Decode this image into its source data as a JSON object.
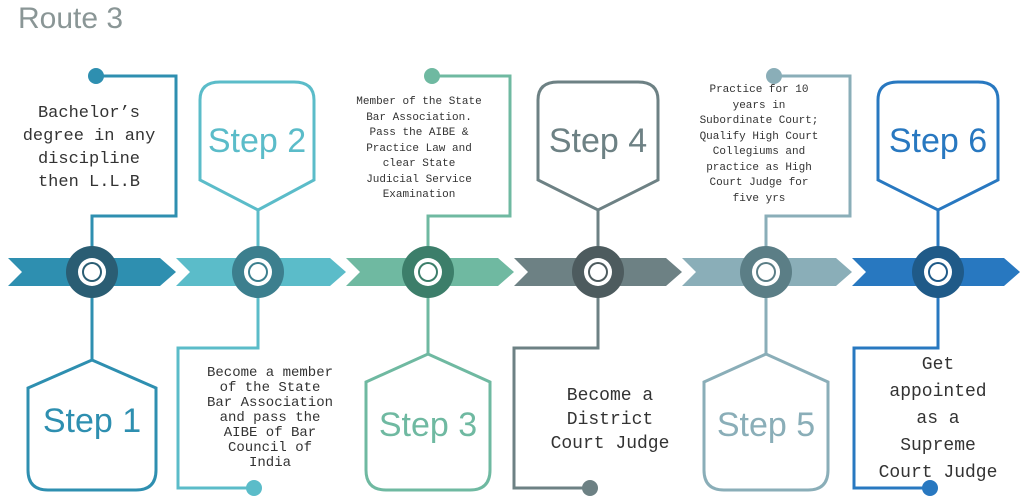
{
  "title": "Route 3",
  "colors": {
    "s1": "#2e8fb0",
    "s2": "#5bbcc9",
    "s3": "#6fb9a1",
    "s4": "#6d8184",
    "s5": "#8aaeb8",
    "s6": "#2878c0",
    "ring_dark1": "#2a5d73",
    "ring_dark2": "#3c7f8e",
    "ring_dark3": "#3c7e6a",
    "ring_dark4": "#4d5b5e",
    "ring_dark5": "#5b7e86",
    "ring_dark6": "#1f5a88",
    "text": "#333333"
  },
  "steps": [
    {
      "label": "Step 1",
      "text": "Bachelor’s\ndegree in any\ndiscipline\nthen L.L.B"
    },
    {
      "label": "Step 2",
      "text": "Become a member\nof the State\nBar Association\nand pass the\nAIBE of Bar\nCouncil of\nIndia"
    },
    {
      "label": "Step 3",
      "text": "Member of the State\nBar Association.\nPass the AIBE &\nPractice Law and\nclear State\nJudicial Service\nExamination"
    },
    {
      "label": "Step 4",
      "text": "Become a\nDistrict\nCourt Judge"
    },
    {
      "label": "Step 5",
      "text": "Practice for 10\nyears in\nSubordinate Court;\nQualify High Court\nCollegiums and\npractice as High\nCourt Judge for\nfive yrs"
    },
    {
      "label": "Step 6",
      "text": "Get\nappointed\nas a\nSupreme\nCourt Judge"
    }
  ]
}
